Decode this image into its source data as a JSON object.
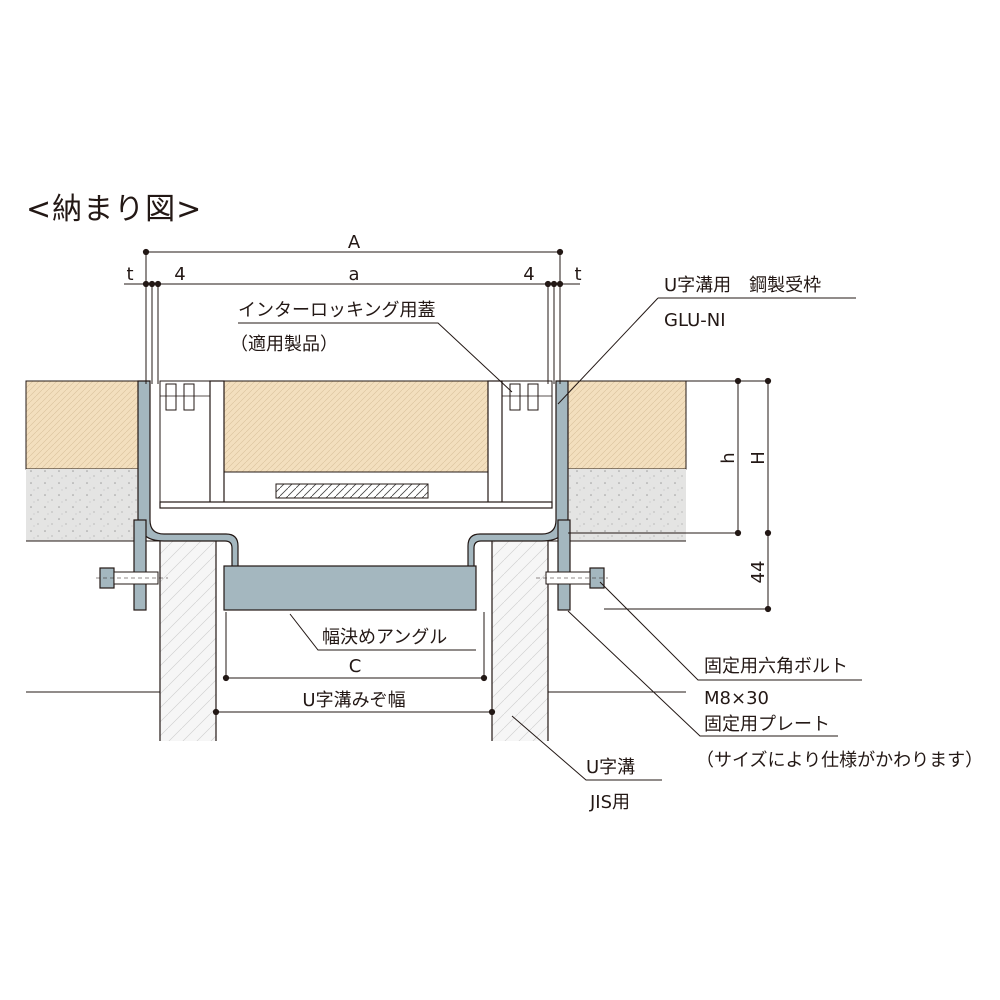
{
  "title": "<納まり図>",
  "dimensions": {
    "A": "A",
    "a": "a",
    "t_left": "t",
    "t_right": "t",
    "four_left": "4",
    "four_right": "4",
    "h": "h",
    "H": "H",
    "d44": "44",
    "C": "C",
    "ditch_width": "U字溝みぞ幅"
  },
  "labels": {
    "lid_name": "インターロッキング用蓋",
    "lid_note": "（適用製品）",
    "frame_name": "U字溝用　鋼製受枠",
    "frame_model": "GLU-NI",
    "angle": "幅決めアングル",
    "bolt": "固定用六角ボルト",
    "bolt_size": "M8×30",
    "plate": "固定用プレート",
    "plate_note": "（サイズにより仕様がかわります）",
    "ditch": "U字溝",
    "ditch_std": "JIS用"
  },
  "colors": {
    "paver": "#f3dfbe",
    "concrete": "#e4e4e3",
    "steel": "#a4b7bf",
    "line": "#231815",
    "base": "#f4f4f4"
  }
}
